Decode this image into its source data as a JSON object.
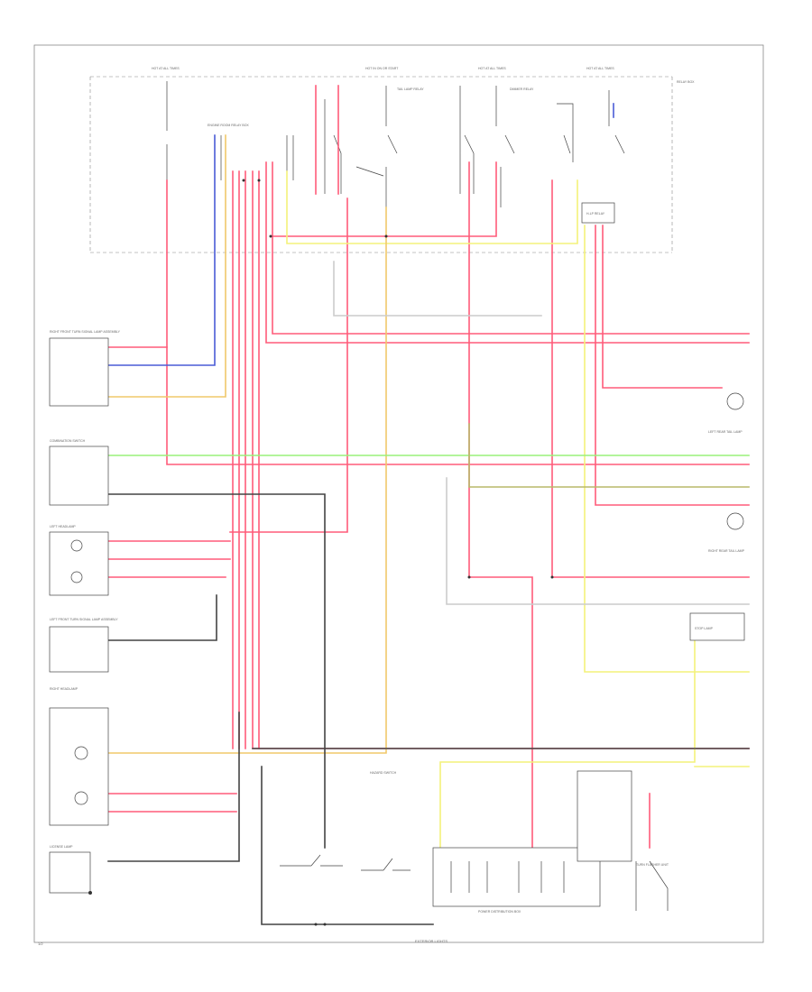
{
  "colors": {
    "red": "#ff5b7a",
    "pink": "#ff9aae",
    "blue": "#4a5bd6",
    "yellow": "#f4f27a",
    "orange": "#f0c86a",
    "green": "#9af07a",
    "olive": "#b8b86a",
    "black": "#333333",
    "gray": "#bbbbbb"
  },
  "fuse_labels": {
    "f1": "HOT AT ALL TIMES",
    "f2": "HOT IN ON OR START",
    "f3": "HOT AT ALL TIMES",
    "f4": "HOT AT ALL TIMES"
  },
  "relay_labels": {
    "tail": "TAIL LAMP RELAY",
    "dimmer": "DIMMER RELAY",
    "hlamp": "H-LP RELAY",
    "relay_box": "RELAY BOX"
  },
  "components": {
    "right_front_turn": "RIGHT FRONT TURN SIGNAL LAMP ASSEMBLY",
    "combination_switch": "COMBINATION SWITCH",
    "left_headlamp": "LEFT HEADLAMP",
    "left_front_turn": "LEFT FRONT TURN SIGNAL LAMP ASSEMBLY",
    "right_headlamp": "RIGHT HEADLAMP",
    "license_lamp": "LICENSE LAMP",
    "left_rear_tail": "LEFT REAR TAIL LAMP",
    "right_rear_tail": "RIGHT REAR TAIL LAMP",
    "stop_lamp": "STOP LAMP",
    "hazard_switch": "HAZARD SWITCH",
    "power_distribution": "POWER DISTRIBUTION BOX",
    "junction_block": "ENGINE ROOM RELAY BOX",
    "flasher": "TURN FLASHER UNIT"
  },
  "footer": "EXTERIOR LIGHTS",
  "page_id": "1/2"
}
